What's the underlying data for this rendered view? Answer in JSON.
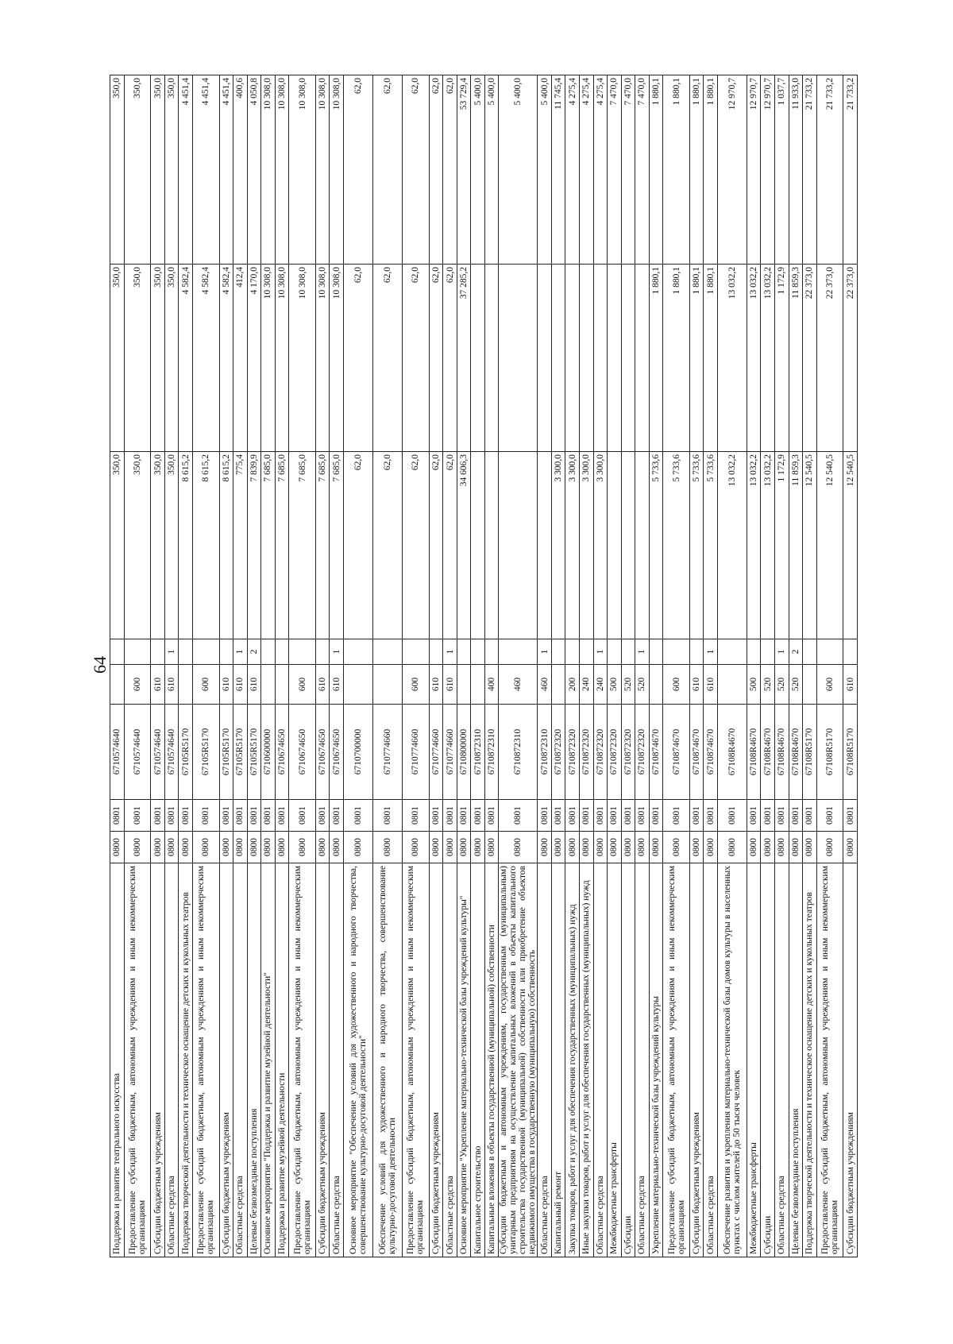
{
  "page_number": "64",
  "rows": [
    {
      "name": "Поддержка и развитие театрального искусства",
      "gr": "0800",
      "pz": "0801",
      "csr": "6710574640",
      "vr": "",
      "k": "",
      "v1": "350,0",
      "v2": "350,0",
      "v3": "350,0"
    },
    {
      "name": "Предоставление субсидий бюджетным, автономным учреждениям и иным некоммерческим организациям",
      "gr": "0800",
      "pz": "0801",
      "csr": "6710574640",
      "vr": "600",
      "k": "",
      "v1": "350,0",
      "v2": "350,0",
      "v3": "350,0"
    },
    {
      "name": "Субсидии бюджетным учреждениям",
      "gr": "0800",
      "pz": "0801",
      "csr": "6710574640",
      "vr": "610",
      "k": "",
      "v1": "350,0",
      "v2": "350,0",
      "v3": "350,0"
    },
    {
      "name": "Областные средства",
      "gr": "0800",
      "pz": "0801",
      "csr": "6710574640",
      "vr": "610",
      "k": "1",
      "v1": "350,0",
      "v2": "350,0",
      "v3": "350,0"
    },
    {
      "name": "Поддержка творческой деятельности и техническое оснащение детских и кукольных театров",
      "gr": "0800",
      "pz": "0801",
      "csr": "67105R5170",
      "vr": "",
      "k": "",
      "v1": "8 615,2",
      "v2": "4 582,4",
      "v3": "4 451,4"
    },
    {
      "name": "Предоставление субсидий бюджетным, автономным учреждениям и иным некоммерческим организациям",
      "gr": "0800",
      "pz": "0801",
      "csr": "67105R5170",
      "vr": "600",
      "k": "",
      "v1": "8 615,2",
      "v2": "4 582,4",
      "v3": "4 451,4"
    },
    {
      "name": "Субсидии бюджетным учреждениям",
      "gr": "0800",
      "pz": "0801",
      "csr": "67105R5170",
      "vr": "610",
      "k": "",
      "v1": "8 615,2",
      "v2": "4 582,4",
      "v3": "4 451,4"
    },
    {
      "name": "Областные средства",
      "gr": "0800",
      "pz": "0801",
      "csr": "67105R5170",
      "vr": "610",
      "k": "1",
      "v1": "775,4",
      "v2": "412,4",
      "v3": "400,6"
    },
    {
      "name": "Целевые безвозмездные поступления",
      "gr": "0800",
      "pz": "0801",
      "csr": "67105R5170",
      "vr": "610",
      "k": "2",
      "v1": "7 839,9",
      "v2": "4 170,0",
      "v3": "4 050,8"
    },
    {
      "name": "Основное мероприятие \"Поддержка и развитие музейной деятельности\"",
      "gr": "0800",
      "pz": "0801",
      "csr": "6710600000",
      "vr": "",
      "k": "",
      "v1": "7 685,0",
      "v2": "10 308,0",
      "v3": "10 308,0"
    },
    {
      "name": "Поддержка и развитие музейной деятельности",
      "gr": "0800",
      "pz": "0801",
      "csr": "6710674650",
      "vr": "",
      "k": "",
      "v1": "7 685,0",
      "v2": "10 308,0",
      "v3": "10 308,0"
    },
    {
      "name": "Предоставление субсидий бюджетным, автономным учреждениям и иным некоммерческим организациям",
      "gr": "0800",
      "pz": "0801",
      "csr": "6710674650",
      "vr": "600",
      "k": "",
      "v1": "7 685,0",
      "v2": "10 308,0",
      "v3": "10 308,0"
    },
    {
      "name": "Субсидии бюджетным учреждениям",
      "gr": "0800",
      "pz": "0801",
      "csr": "6710674650",
      "vr": "610",
      "k": "",
      "v1": "7 685,0",
      "v2": "10 308,0",
      "v3": "10 308,0"
    },
    {
      "name": "Областные средства",
      "gr": "0800",
      "pz": "0801",
      "csr": "6710674650",
      "vr": "610",
      "k": "1",
      "v1": "7 685,0",
      "v2": "10 308,0",
      "v3": "10 308,0"
    },
    {
      "name": "Основное мероприятие \"Обеспечение условий для художественного и народного творчества, совершенствование культурно-досуговой деятельности\"",
      "gr": "0800",
      "pz": "0801",
      "csr": "6710700000",
      "vr": "",
      "k": "",
      "v1": "62,0",
      "v2": "62,0",
      "v3": "62,0",
      "tall": true
    },
    {
      "name": "Обеспечение условий для художественного и народного творчества, совершенствование культурно-досуговой деятельности",
      "gr": "0800",
      "pz": "0801",
      "csr": "6710774660",
      "vr": "",
      "k": "",
      "v1": "62,0",
      "v2": "62,0",
      "v3": "62,0",
      "tall": true
    },
    {
      "name": "Предоставление субсидий бюджетным, автономным учреждениям и иным некоммерческим организациям",
      "gr": "0800",
      "pz": "0801",
      "csr": "6710774660",
      "vr": "600",
      "k": "",
      "v1": "62,0",
      "v2": "62,0",
      "v3": "62,0"
    },
    {
      "name": "Субсидии бюджетным учреждениям",
      "gr": "0800",
      "pz": "0801",
      "csr": "6710774660",
      "vr": "610",
      "k": "",
      "v1": "62,0",
      "v2": "62,0",
      "v3": "62,0"
    },
    {
      "name": "Областные средства",
      "gr": "0800",
      "pz": "0801",
      "csr": "6710774660",
      "vr": "610",
      "k": "1",
      "v1": "62,0",
      "v2": "62,0",
      "v3": "62,0"
    },
    {
      "name": "Основное мероприятие \"Укрепление материально-технической базы учреждений культуры\"",
      "gr": "0800",
      "pz": "0801",
      "csr": "6710800000",
      "vr": "",
      "k": "",
      "v1": "34 606,3",
      "v2": "37 285,2",
      "v3": "53 729,4"
    },
    {
      "name": "Капитальное строительство",
      "gr": "0800",
      "pz": "0801",
      "csr": "6710872310",
      "vr": "",
      "k": "",
      "v1": "",
      "v2": "",
      "v3": "5 400,0"
    },
    {
      "name": "Капитальные вложения в объекты государственной (муниципальной) собственности",
      "gr": "0800",
      "pz": "0801",
      "csr": "6710872310",
      "vr": "400",
      "k": "",
      "v1": "",
      "v2": "",
      "v3": "5 400,0"
    },
    {
      "name": "Субсидии бюджетным и автономным учреждениям, государственным (муниципальным) унитарным предприятиям на осуществление капитальных вложений в объекты капитального строительства государственной (муниципальной) собственности или приобретение объектов недвижимого имущества в государственную (муниципальную) собственность",
      "gr": "0800",
      "pz": "0801",
      "csr": "6710872310",
      "vr": "460",
      "k": "",
      "v1": "",
      "v2": "",
      "v3": "5 400,0",
      "tall": true
    },
    {
      "name": "Областные средства",
      "gr": "0800",
      "pz": "0801",
      "csr": "6710872310",
      "vr": "460",
      "k": "1",
      "v1": "",
      "v2": "",
      "v3": "5 400,0"
    },
    {
      "name": "Капитальный ремонт",
      "gr": "0800",
      "pz": "0801",
      "csr": "6710872320",
      "vr": "",
      "k": "",
      "v1": "3 300,0",
      "v2": "",
      "v3": "11 745,4"
    },
    {
      "name": "Закупка товаров, работ и услуг для обеспечения государственных (муниципальных) нужд",
      "gr": "0800",
      "pz": "0801",
      "csr": "6710872320",
      "vr": "200",
      "k": "",
      "v1": "3 300,0",
      "v2": "",
      "v3": "4 275,4"
    },
    {
      "name": "Иные закупки товаров, работ и услуг для обеспечения государственных (муниципальных) нужд",
      "gr": "0800",
      "pz": "0801",
      "csr": "6710872320",
      "vr": "240",
      "k": "",
      "v1": "3 300,0",
      "v2": "",
      "v3": "4 275,4"
    },
    {
      "name": "Областные средства",
      "gr": "0800",
      "pz": "0801",
      "csr": "6710872320",
      "vr": "240",
      "k": "1",
      "v1": "3 300,0",
      "v2": "",
      "v3": "4 275,4"
    },
    {
      "name": "Межбюджетные трансферты",
      "gr": "0800",
      "pz": "0801",
      "csr": "6710872320",
      "vr": "500",
      "k": "",
      "v1": "",
      "v2": "",
      "v3": "7 470,0"
    },
    {
      "name": "Субсидии",
      "gr": "0800",
      "pz": "0801",
      "csr": "6710872320",
      "vr": "520",
      "k": "",
      "v1": "",
      "v2": "",
      "v3": "7 470,0"
    },
    {
      "name": "Областные средства",
      "gr": "0800",
      "pz": "0801",
      "csr": "6710872320",
      "vr": "520",
      "k": "1",
      "v1": "",
      "v2": "",
      "v3": "7 470,0"
    },
    {
      "name": "Укрепление материально-технической базы учреждений культуры",
      "gr": "0800",
      "pz": "0801",
      "csr": "6710874670",
      "vr": "",
      "k": "",
      "v1": "5 733,6",
      "v2": "1 880,1",
      "v3": "1 880,1"
    },
    {
      "name": "Предоставление субсидий бюджетным, автономным учреждениям и иным некоммерческим организациям",
      "gr": "0800",
      "pz": "0801",
      "csr": "6710874670",
      "vr": "600",
      "k": "",
      "v1": "5 733,6",
      "v2": "1 880,1",
      "v3": "1 880,1"
    },
    {
      "name": "Субсидии бюджетным учреждениям",
      "gr": "0800",
      "pz": "0801",
      "csr": "6710874670",
      "vr": "610",
      "k": "",
      "v1": "5 733,6",
      "v2": "1 880,1",
      "v3": "1 880,1"
    },
    {
      "name": "Областные средства",
      "gr": "0800",
      "pz": "0801",
      "csr": "6710874670",
      "vr": "610",
      "k": "1",
      "v1": "5 733,6",
      "v2": "1 880,1",
      "v3": "1 880,1"
    },
    {
      "name": "Обеспечение развития и укрепления материально-технической базы домов культуры в населенных пунктах с числом жителей до 50 тысяч человек",
      "gr": "0800",
      "pz": "0801",
      "csr": "67108R4670",
      "vr": "",
      "k": "",
      "v1": "13 032,2",
      "v2": "13 032,2",
      "v3": "12 970,7",
      "tall": true
    },
    {
      "name": "Межбюджетные трансферты",
      "gr": "0800",
      "pz": "0801",
      "csr": "67108R4670",
      "vr": "500",
      "k": "",
      "v1": "13 032,2",
      "v2": "13 032,2",
      "v3": "12 970,7"
    },
    {
      "name": "Субсидии",
      "gr": "0800",
      "pz": "0801",
      "csr": "67108R4670",
      "vr": "520",
      "k": "",
      "v1": "13 032,2",
      "v2": "13 032,2",
      "v3": "12 970,7"
    },
    {
      "name": "Областные средства",
      "gr": "0800",
      "pz": "0801",
      "csr": "67108R4670",
      "vr": "520",
      "k": "1",
      "v1": "1 172,9",
      "v2": "1 172,9",
      "v3": "1 037,7"
    },
    {
      "name": "Целевые безвозмездные поступления",
      "gr": "0800",
      "pz": "0801",
      "csr": "67108R4670",
      "vr": "520",
      "k": "2",
      "v1": "11 859,3",
      "v2": "11 859,3",
      "v3": "11 933,0"
    },
    {
      "name": "Поддержка творческой деятельности и техническое оснащение детских и кукольных театров",
      "gr": "0800",
      "pz": "0801",
      "csr": "67108R5170",
      "vr": "",
      "k": "",
      "v1": "12 540,5",
      "v2": "22 373,0",
      "v3": "21 733,2"
    },
    {
      "name": "Предоставление субсидий бюджетным, автономным учреждениям и иным некоммерческим организациям",
      "gr": "0800",
      "pz": "0801",
      "csr": "67108R5170",
      "vr": "600",
      "k": "",
      "v1": "12 540,5",
      "v2": "22 373,0",
      "v3": "21 733,2"
    },
    {
      "name": "Субсидии бюджетным учреждениям",
      "gr": "0800",
      "pz": "0801",
      "csr": "67108R5170",
      "vr": "610",
      "k": "",
      "v1": "12 540,5",
      "v2": "22 373,0",
      "v3": "21 733,2"
    }
  ]
}
